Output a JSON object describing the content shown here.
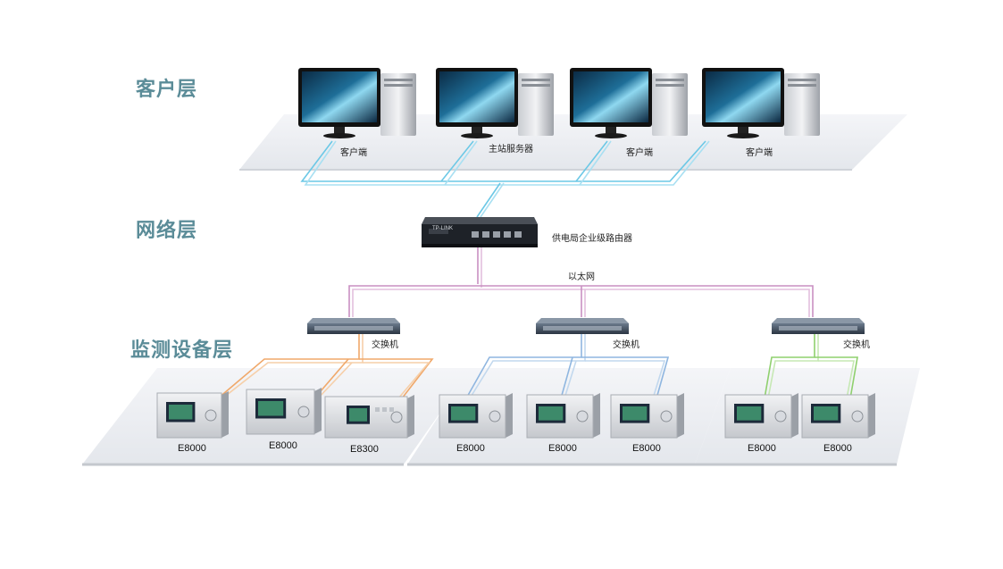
{
  "layers": {
    "client": "客户层",
    "network": "网络层",
    "device": "监测设备层"
  },
  "client_layer": {
    "computers": [
      {
        "label": "客户端"
      },
      {
        "label": "主站服务器"
      },
      {
        "label": "客户端"
      },
      {
        "label": "客户端"
      }
    ]
  },
  "network_layer": {
    "router_label": "供电局企业级路由器",
    "router_brand": "TP-LINK",
    "ethernet_label": "以太网"
  },
  "device_layer": {
    "switches": [
      {
        "label": "交换机"
      },
      {
        "label": "交换机"
      },
      {
        "label": "交换机"
      }
    ],
    "groups": [
      {
        "devices": [
          "E8000",
          "E8000",
          "E8300"
        ]
      },
      {
        "devices": [
          "E8000",
          "E8000",
          "E8000"
        ]
      },
      {
        "devices": [
          "E8000",
          "E8000"
        ]
      }
    ]
  },
  "colors": {
    "layer_label": "#5b8c98",
    "client_link": "#6cc8e6",
    "ethernet_link": "#c98fc2",
    "group1_link": "#f0a86a",
    "group2_link": "#8fb6e0",
    "group3_link": "#8fd06e",
    "platform": "#eef0f3"
  }
}
